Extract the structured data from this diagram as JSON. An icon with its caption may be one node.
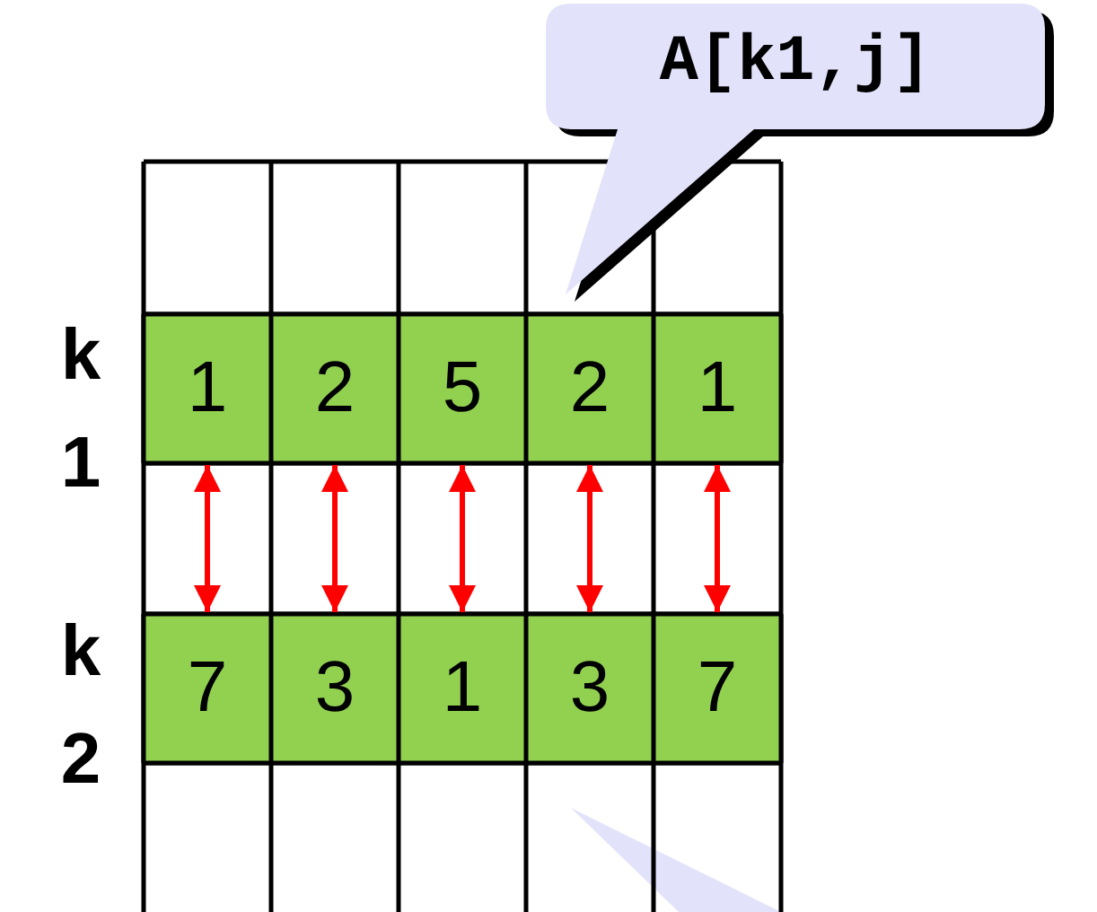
{
  "diagram": {
    "nodes": [
      {
        "text": [
          "A[k1,j]"
        ]
      },
      {
        "text": [
          "1"
        ]
      },
      {
        "text": [
          "2"
        ]
      },
      {
        "text": [
          "5"
        ]
      },
      {
        "text": [
          "2"
        ]
      },
      {
        "text": [
          "1"
        ]
      },
      {
        "text": [
          "7"
        ]
      },
      {
        "text": [
          "3"
        ]
      },
      {
        "text": [
          "1"
        ]
      },
      {
        "text": [
          "3"
        ]
      },
      {
        "text": [
          "7"
        ]
      }
    ],
    "edges": [
      {
        "from": 1,
        "to": 6,
        "arrow": "both"
      },
      {
        "from": 2,
        "to": 7,
        "arrow": "both"
      },
      {
        "from": 3,
        "to": 8,
        "arrow": "both"
      },
      {
        "from": 4,
        "to": 9,
        "arrow": "both"
      },
      {
        "from": 5,
        "to": 10,
        "arrow": "both"
      }
    ],
    "labels": [
      "k1",
      "k2"
    ]
  }
}
